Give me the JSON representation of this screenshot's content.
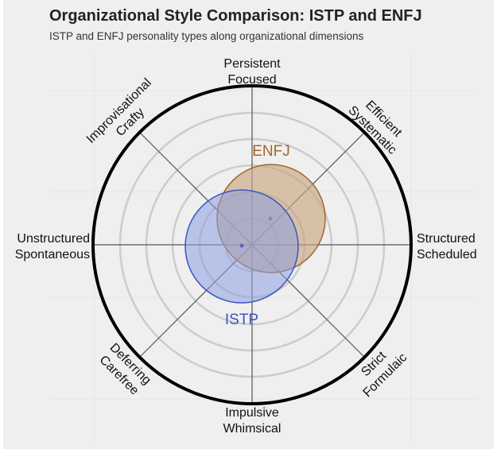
{
  "title": "Organizational Style Comparison: ISTP and ENFJ",
  "subtitle": "ISTP and ENFJ personality types along organizational dimensions",
  "axes": [
    {
      "id": "top",
      "line1": "Persistent",
      "line2": "Focused"
    },
    {
      "id": "top-right",
      "line1": "Efficient",
      "line2": "Systematic"
    },
    {
      "id": "right",
      "line1": "Structured",
      "line2": "Scheduled"
    },
    {
      "id": "bottom-right",
      "line1": "Strict",
      "line2": "Formulaic"
    },
    {
      "id": "bottom",
      "line1": "Impulsive",
      "line2": "Whimsical"
    },
    {
      "id": "bottom-left",
      "line1": "Deferring",
      "line2": "Carefree"
    },
    {
      "id": "left",
      "line1": "Unstructured",
      "line2": "Spontaneous"
    },
    {
      "id": "top-left",
      "line1": "Improvisational",
      "line2": "Crafty"
    }
  ],
  "series": {
    "enfj": {
      "label": "ENFJ",
      "color": "#a0662a",
      "fill": "#c8a67f"
    },
    "istp": {
      "label": "ISTP",
      "color": "#3a55c0",
      "fill": "#8c9ee0"
    }
  },
  "chart_data": {
    "type": "scatter",
    "subtype": "polar-bubble",
    "title": "Organizational Style Comparison: ISTP and ENFJ",
    "subtitle": "ISTP and ENFJ personality types along organizational dimensions",
    "axis_labels": [
      "Persistent / Focused",
      "Efficient / Systematic",
      "Structured / Scheduled",
      "Strict / Formulaic",
      "Impulsive / Whimsical",
      "Deferring / Carefree",
      "Unstructured / Spontaneous",
      "Improvisational / Crafty"
    ],
    "rings": 6,
    "radius_range": [
      0,
      100
    ],
    "grid": true,
    "points": [
      {
        "name": "ENFJ",
        "x": 12,
        "y": 17,
        "spread_radius": 34,
        "color": "#a0662a"
      },
      {
        "name": "ISTP",
        "x": -7,
        "y": -1,
        "spread_radius": 36,
        "color": "#3a55c0"
      }
    ]
  }
}
